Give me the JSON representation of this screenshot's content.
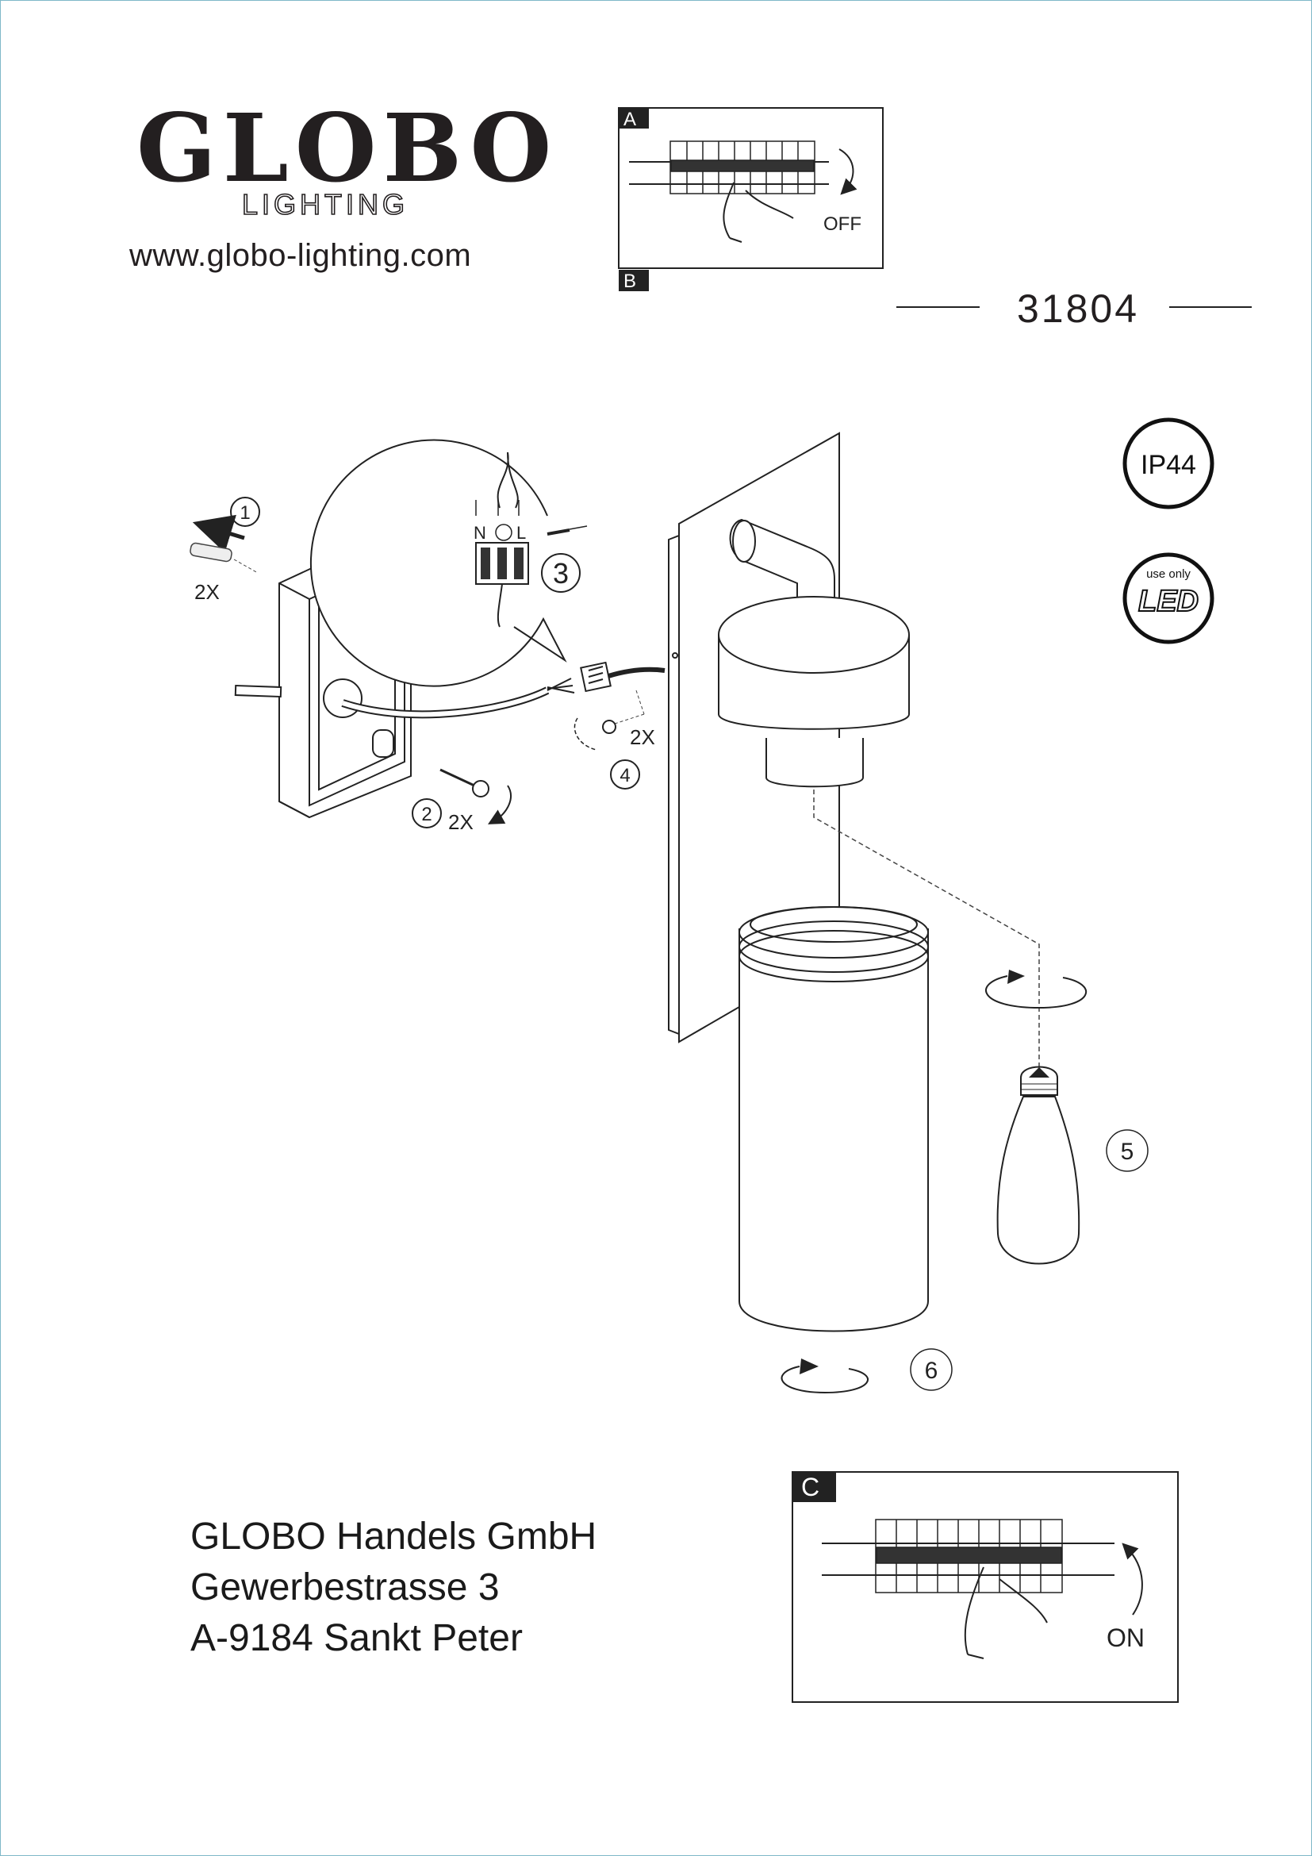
{
  "brand": {
    "name": "GLOBO",
    "subtitle": "LIGHTING",
    "website": "www.globo-lighting.com"
  },
  "product": {
    "model_number": "31804",
    "badges": {
      "protection_rating": "IP44",
      "led_note_small": "use only",
      "led_note_large": "LED"
    }
  },
  "panels": {
    "a": {
      "label": "A",
      "action": "OFF"
    },
    "b": {
      "label": "B"
    },
    "c": {
      "label": "C",
      "action": "ON"
    }
  },
  "steps": {
    "step1": {
      "number": "1",
      "quantity": "2X"
    },
    "step2": {
      "number": "2",
      "quantity": "2X"
    },
    "step3": {
      "number": "3",
      "terminal_n": "N",
      "terminal_l": "L"
    },
    "step4": {
      "number": "4",
      "quantity": "2X"
    },
    "step5": {
      "number": "5"
    },
    "step6": {
      "number": "6"
    }
  },
  "address": {
    "company": "GLOBO Handels GmbH",
    "street": "Gewerbestrasse 3",
    "city": "A-9184 Sankt Peter"
  }
}
